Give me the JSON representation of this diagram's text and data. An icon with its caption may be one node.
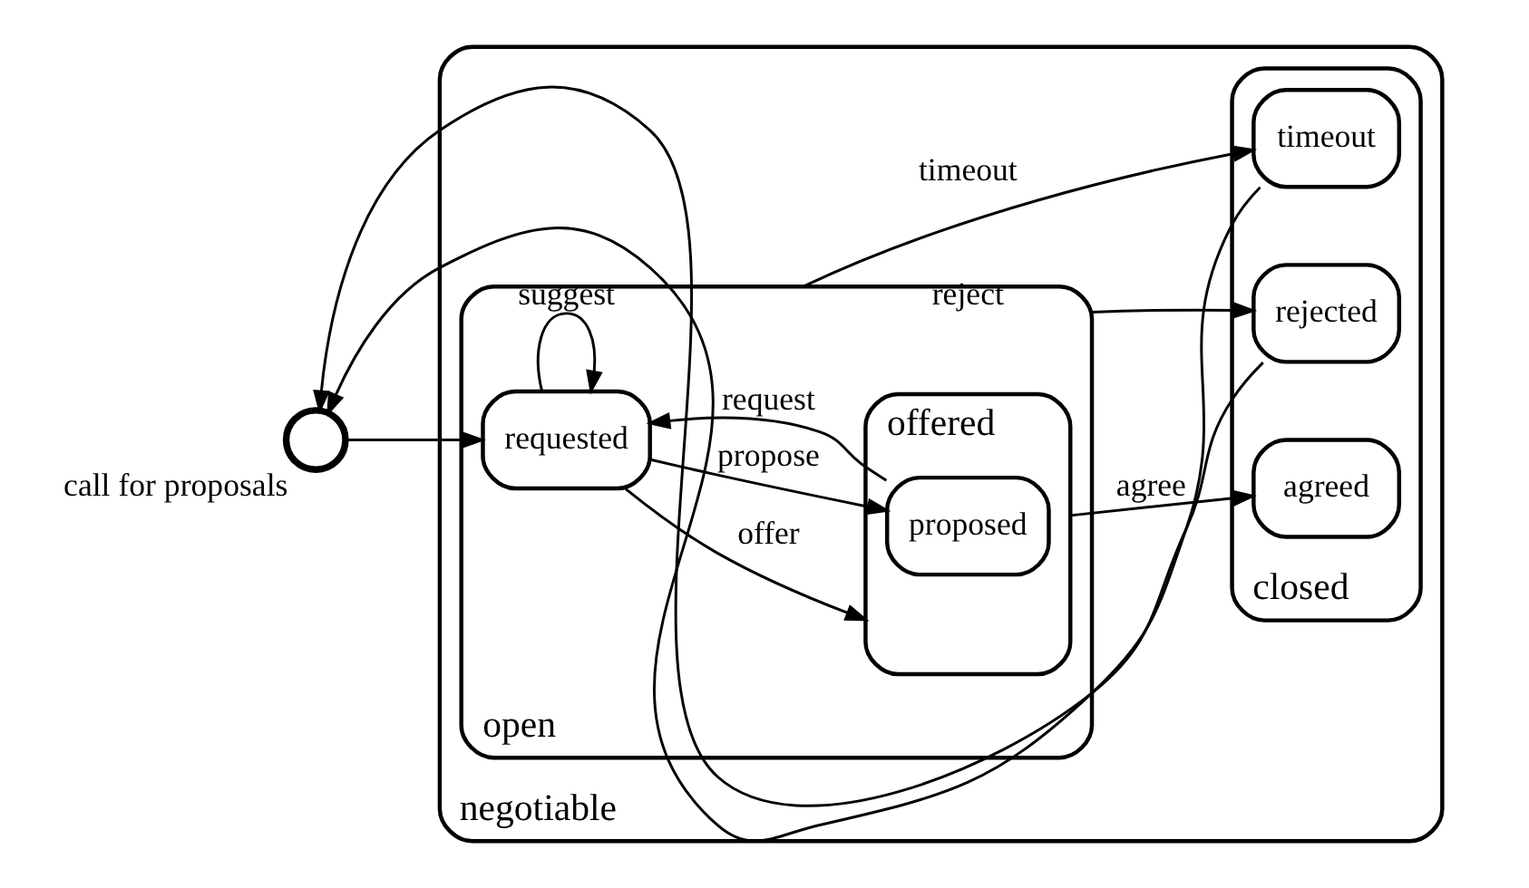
{
  "diagram": {
    "nodes": [
      {
        "text": [
          "negotiable"
        ]
      },
      {
        "text": [
          "open"
        ],
        "in": 0
      },
      {
        "text": [
          "requested"
        ],
        "in": 1
      },
      {
        "text": [
          "offered"
        ],
        "in": 1
      },
      {
        "text": [
          "proposed"
        ],
        "in": 3
      },
      {
        "text": [
          "closed"
        ],
        "in": 0
      },
      {
        "text": [
          "agreed"
        ],
        "in": 5
      },
      {
        "text": [
          "rejected"
        ],
        "in": 5
      },
      {
        "text": [
          "timeout"
        ],
        "in": 5
      },
      {
        "text": [],
        "shape": "circle",
        "beside": [
          "call for proposals"
        ]
      }
    ],
    "edges": [
      {
        "from": 9,
        "to": 2,
        "arrow": "to"
      },
      {
        "from": 2,
        "to": 2,
        "label": "suggest",
        "arrow": "to"
      },
      {
        "from": 2,
        "to": 3,
        "label": "offer",
        "arrow": "to"
      },
      {
        "from": 2,
        "to": 4,
        "label": "propose",
        "arrow": "to"
      },
      {
        "from": 4,
        "to": 2,
        "label": "request",
        "arrow": "to"
      },
      {
        "from": 3,
        "to": 6,
        "label": "agree",
        "arrow": "to"
      },
      {
        "from": 1,
        "to": 7,
        "label": "reject",
        "arrow": "to"
      },
      {
        "from": 1,
        "to": 8,
        "label": "timeout",
        "arrow": "to"
      },
      {
        "from": 7,
        "to": 9,
        "arrow": "to"
      },
      {
        "from": 8,
        "to": 9,
        "arrow": "to"
      }
    ]
  }
}
